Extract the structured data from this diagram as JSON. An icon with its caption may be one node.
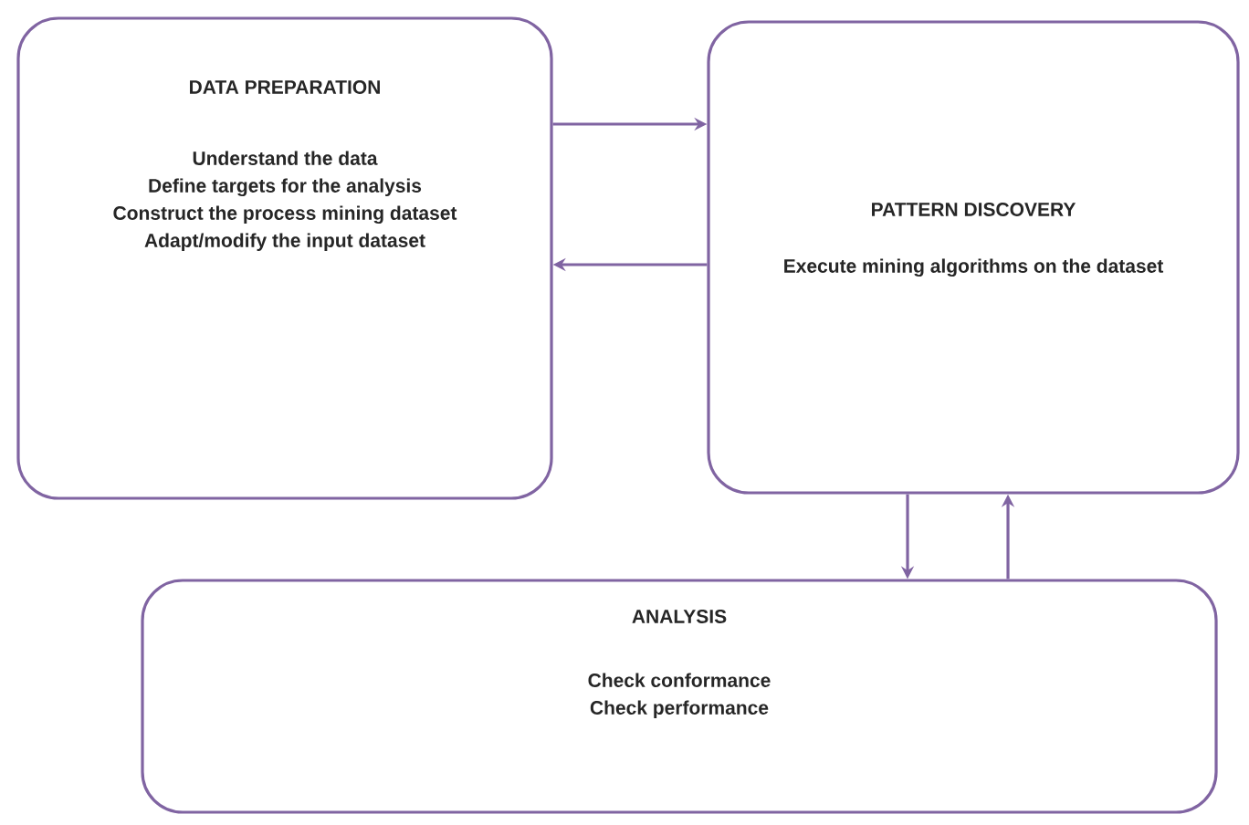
{
  "diagram": {
    "nodes": [
      {
        "text": [
          "DATA PREPARATION",
          "Understand the data",
          "Define targets for the analysis",
          "Construct the process mining dataset",
          "Adapt/modify the input dataset"
        ]
      },
      {
        "text": [
          "PATTERN DISCOVERY",
          "Execute mining algorithms on the dataset"
        ]
      },
      {
        "text": [
          "ANALYSIS",
          "Check conformance",
          "Check performance"
        ]
      }
    ],
    "edges": [
      {
        "from": 0,
        "to": 1,
        "arrow": "to"
      },
      {
        "from": 1,
        "to": 0,
        "arrow": "to"
      },
      {
        "from": 1,
        "to": 2,
        "arrow": "to"
      },
      {
        "from": 2,
        "to": 1,
        "arrow": "to"
      }
    ]
  }
}
